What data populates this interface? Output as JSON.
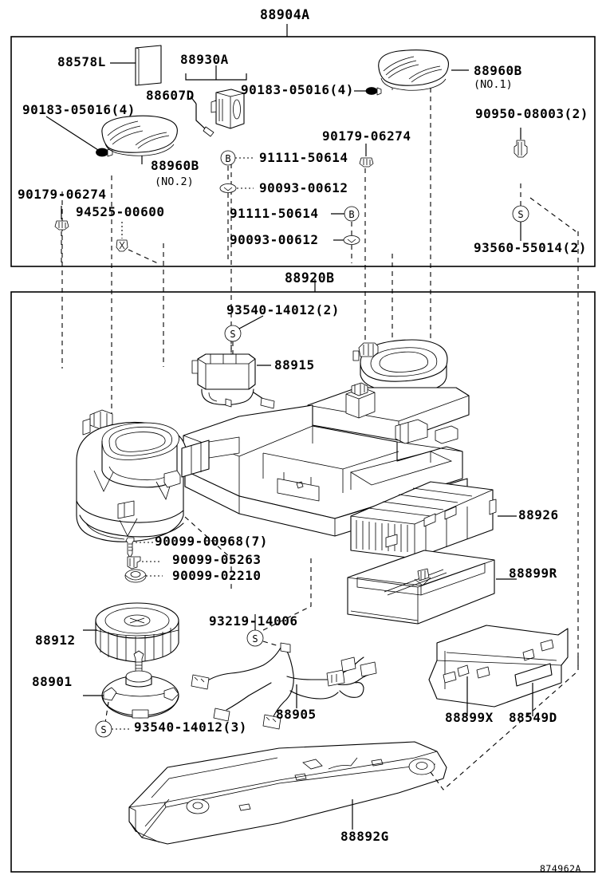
{
  "diagram": {
    "id_code": "874962A",
    "groups": [
      {
        "code": "88904A",
        "name": "air-conditioner-control-group"
      },
      {
        "code": "88920B",
        "name": "blower-assembly-group"
      }
    ]
  },
  "upper_panel": {
    "title": "88904A",
    "labels": [
      {
        "key": "p88578l",
        "text": "88578L",
        "name": "part-label-88578l"
      },
      {
        "key": "p88930a",
        "text": "88930A",
        "name": "part-label-88930a"
      },
      {
        "key": "p88607d",
        "text": "88607D",
        "name": "part-label-88607d"
      },
      {
        "key": "p9018304",
        "text": "90183-05016(4)",
        "name": "part-label-90183-05016-4-right"
      },
      {
        "key": "p9018304b",
        "text": "90183-05016(4)",
        "name": "part-label-90183-05016-4-left"
      },
      {
        "key": "p88960b1",
        "text": "88960B",
        "name": "part-label-88960b-no1"
      },
      {
        "key": "p88960b1s",
        "text": "(NO.1)",
        "name": "part-sublabel-no1"
      },
      {
        "key": "p88960b2",
        "text": "88960B",
        "name": "part-label-88960b-no2"
      },
      {
        "key": "p88960b2s",
        "text": "(NO.2)",
        "name": "part-sublabel-no2"
      },
      {
        "key": "p9095008",
        "text": "90950-08003(2)",
        "name": "part-label-90950-08003-2"
      },
      {
        "key": "p9017906a",
        "text": "90179-06274",
        "name": "part-label-90179-06274-center"
      },
      {
        "key": "p9017906b",
        "text": "90179-06274",
        "name": "part-label-90179-06274-left"
      },
      {
        "key": "p9111150a",
        "text": "91111-50614",
        "name": "part-label-91111-50614-upper"
      },
      {
        "key": "p9009300a",
        "text": "90093-00612",
        "name": "part-label-90093-00612-upper"
      },
      {
        "key": "p9111150b",
        "text": "91111-50614",
        "name": "part-label-91111-50614-lower"
      },
      {
        "key": "p9009300b",
        "text": "90093-00612",
        "name": "part-label-90093-00612-lower"
      },
      {
        "key": "p9452500",
        "text": "94525-00600",
        "name": "part-label-94525-00600"
      },
      {
        "key": "p9356055",
        "text": "93560-55014(2)",
        "name": "part-label-93560-55014-2"
      }
    ]
  },
  "lower_panel": {
    "title": "88920B",
    "labels": [
      {
        "key": "p9354014a",
        "text": "93540-14012(2)",
        "name": "part-label-93540-14012-2"
      },
      {
        "key": "p88915",
        "text": "88915",
        "name": "part-label-88915"
      },
      {
        "key": "p88926",
        "text": "88926",
        "name": "part-label-88926"
      },
      {
        "key": "p88899r",
        "text": "88899R",
        "name": "part-label-88899r"
      },
      {
        "key": "p9009900",
        "text": "90099-00968(7)",
        "name": "part-label-90099-00968-7"
      },
      {
        "key": "p9009905",
        "text": "90099-05263",
        "name": "part-label-90099-05263"
      },
      {
        "key": "p9009902",
        "text": "90099-02210",
        "name": "part-label-90099-02210"
      },
      {
        "key": "p9321914",
        "text": "93219-14006",
        "name": "part-label-93219-14006"
      },
      {
        "key": "p88912",
        "text": "88912",
        "name": "part-label-88912"
      },
      {
        "key": "p88901",
        "text": "88901",
        "name": "part-label-88901"
      },
      {
        "key": "p9354014b",
        "text": "93540-14012(3)",
        "name": "part-label-93540-14012-3"
      },
      {
        "key": "p88905",
        "text": "88905",
        "name": "part-label-88905"
      },
      {
        "key": "p88899x",
        "text": "88899X",
        "name": "part-label-88899x"
      },
      {
        "key": "p88549d",
        "text": "88549D",
        "name": "part-label-88549d"
      },
      {
        "key": "p88892g",
        "text": "88892G",
        "name": "part-label-88892g"
      }
    ]
  },
  "symbols": {
    "bolt_letter": "B",
    "screw_letter": "S"
  },
  "colors": {
    "line": "#000000",
    "background": "#ffffff"
  }
}
